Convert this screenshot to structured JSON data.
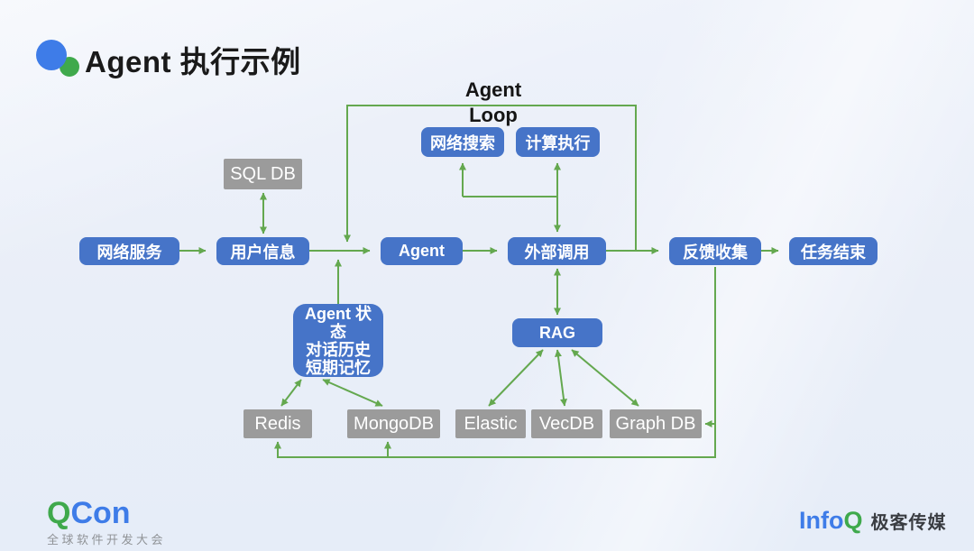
{
  "slide": {
    "title": "Agent 执行示例",
    "loop_label": "Agent Loop"
  },
  "colors": {
    "node_blue": "#4674c8",
    "node_gray": "#9b9b9b",
    "arrow_green": "#64a84f",
    "title_text": "#1a1a1a",
    "logo_blue": "#3e7ce8",
    "logo_green": "#3fa94c"
  },
  "diagram": {
    "nodes": {
      "web_service": {
        "label": "网络服务",
        "style": "blue"
      },
      "user_info": {
        "label": "用户信息",
        "style": "blue"
      },
      "agent": {
        "label": "Agent",
        "style": "blue"
      },
      "external_call": {
        "label": "外部调用",
        "style": "blue"
      },
      "feedback": {
        "label": "反馈收集",
        "style": "blue"
      },
      "task_end": {
        "label": "任务结束",
        "style": "blue"
      },
      "web_search": {
        "label": "网络搜索",
        "style": "blue"
      },
      "compute_exec": {
        "label": "计算执行",
        "style": "blue"
      },
      "rag": {
        "label": "RAG",
        "style": "blue"
      },
      "memory": {
        "lines": [
          "Agent 状态",
          "对话历史",
          "短期记忆"
        ],
        "style": "blue"
      },
      "sql_db": {
        "label": "SQL DB",
        "style": "gray"
      },
      "redis": {
        "label": "Redis",
        "style": "gray"
      },
      "mongodb": {
        "label": "MongoDB",
        "style": "gray"
      },
      "elastic": {
        "label": "Elastic",
        "style": "gray"
      },
      "vecdb": {
        "label": "VecDB",
        "style": "gray"
      },
      "graph_db": {
        "label": "Graph DB",
        "style": "gray"
      }
    },
    "edges": [
      {
        "from": "网络服务",
        "to": "用户信息",
        "type": "arrow"
      },
      {
        "from": "用户信息",
        "to": "Agent",
        "type": "arrow"
      },
      {
        "from": "Agent",
        "to": "外部调用",
        "type": "arrow"
      },
      {
        "from": "外部调用",
        "to": "反馈收集",
        "type": "arrow"
      },
      {
        "from": "反馈收集",
        "to": "任务结束",
        "type": "arrow"
      },
      {
        "from": "外部调用",
        "to": "Agent",
        "type": "loop-return",
        "label": "Agent Loop"
      },
      {
        "from": "SQL DB",
        "to": "用户信息",
        "type": "bidirectional"
      },
      {
        "from": "外部调用",
        "to": "网络搜索",
        "type": "bidirectional"
      },
      {
        "from": "外部调用",
        "to": "计算执行",
        "type": "bidirectional"
      },
      {
        "from": "外部调用",
        "to": "RAG",
        "type": "bidirectional"
      },
      {
        "from": "RAG",
        "to": "Elastic",
        "type": "bidirectional"
      },
      {
        "from": "RAG",
        "to": "VecDB",
        "type": "bidirectional"
      },
      {
        "from": "RAG",
        "to": "Graph DB",
        "type": "bidirectional"
      },
      {
        "from": "Agent 状态/对话历史/短期记忆",
        "to": "用户信息→Agent 连线",
        "type": "arrow"
      },
      {
        "from": "Agent 状态/对话历史/短期记忆",
        "to": "Redis",
        "type": "bidirectional"
      },
      {
        "from": "Agent 状态/对话历史/短期记忆",
        "to": "MongoDB",
        "type": "bidirectional"
      },
      {
        "from": "反馈收集",
        "to": "Graph DB",
        "type": "arrow"
      },
      {
        "from": "反馈收集",
        "to": "Redis",
        "type": "arrow"
      },
      {
        "from": "反馈收集",
        "to": "MongoDB",
        "type": "arrow"
      }
    ]
  },
  "footer": {
    "qcon": {
      "q": "Q",
      "con": "Con",
      "tagline": "全球软件开发大会"
    },
    "infoq": {
      "info": "Info",
      "q": "Q",
      "name": "极客传媒"
    }
  }
}
